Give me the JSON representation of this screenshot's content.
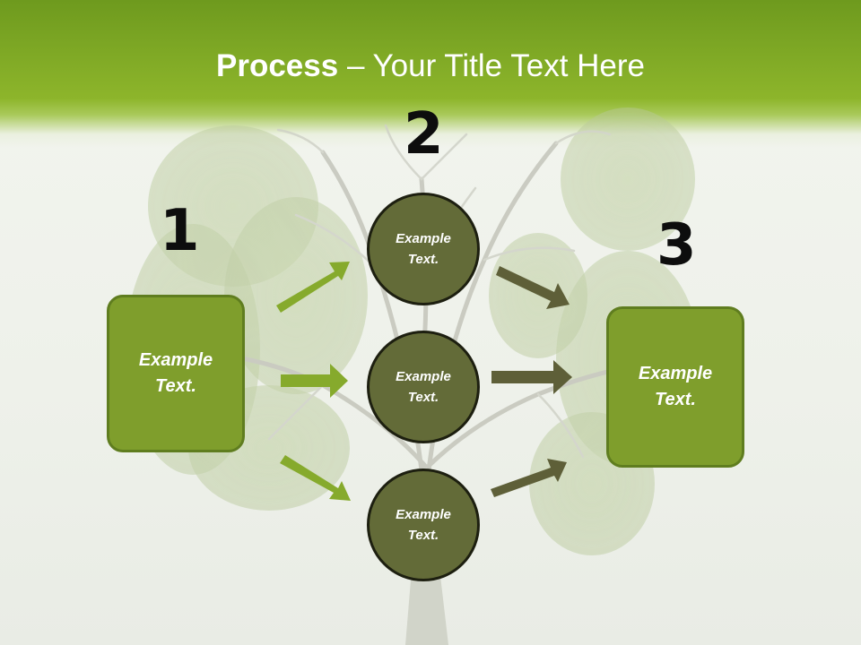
{
  "title": {
    "bold": "Process",
    "rest": " – Your Title Text Here"
  },
  "numbers": {
    "n1": "1",
    "n2": "2",
    "n3": "3"
  },
  "left_box": {
    "text": "Example Text."
  },
  "right_box": {
    "text": "Example Text."
  },
  "circles": [
    {
      "text": "Example Text."
    },
    {
      "text": "Example Text."
    },
    {
      "text": "Example Text."
    }
  ],
  "colors": {
    "header_green": "#8db52b",
    "box_green": "#7f9e2c",
    "circle_olive": "#636b38",
    "arrow_light": "#86aa2c",
    "arrow_dark": "#5e5f38"
  }
}
